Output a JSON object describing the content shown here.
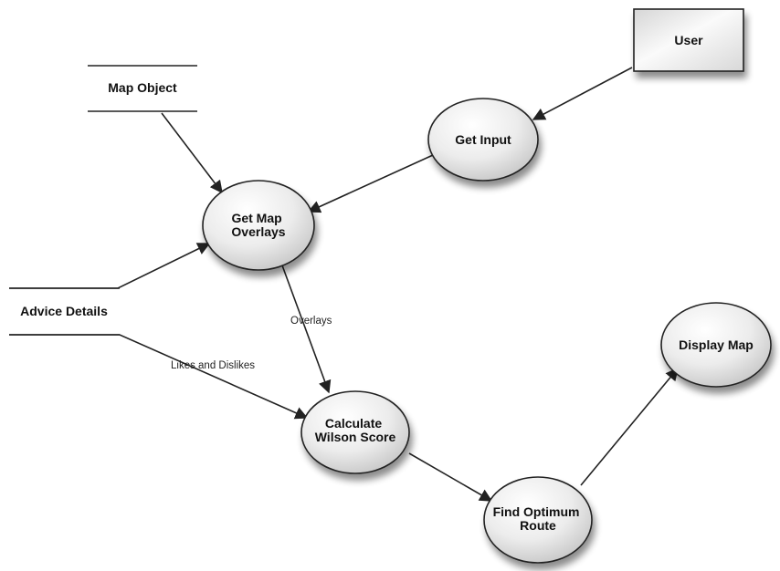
{
  "nodes": {
    "user": "User",
    "map_object": "Map Object",
    "get_input": "Get Input",
    "get_map_overlays": [
      "Get Map",
      "Overlays"
    ],
    "advice_details": "Advice Details",
    "calculate_wilson_score": [
      "Calculate",
      "Wilson Score"
    ],
    "display_map": "Display Map",
    "find_optimum_route": [
      "Find Optimum",
      "Route"
    ]
  },
  "edges": {
    "overlays": "Overlays",
    "likes_and_dislikes": "Likes and Dislikes"
  },
  "colors": {
    "stroke": "#222222",
    "node_fill_light": "#ffffff",
    "node_fill_dark": "#cfcfcf",
    "shadow": "#9a9a9a"
  }
}
